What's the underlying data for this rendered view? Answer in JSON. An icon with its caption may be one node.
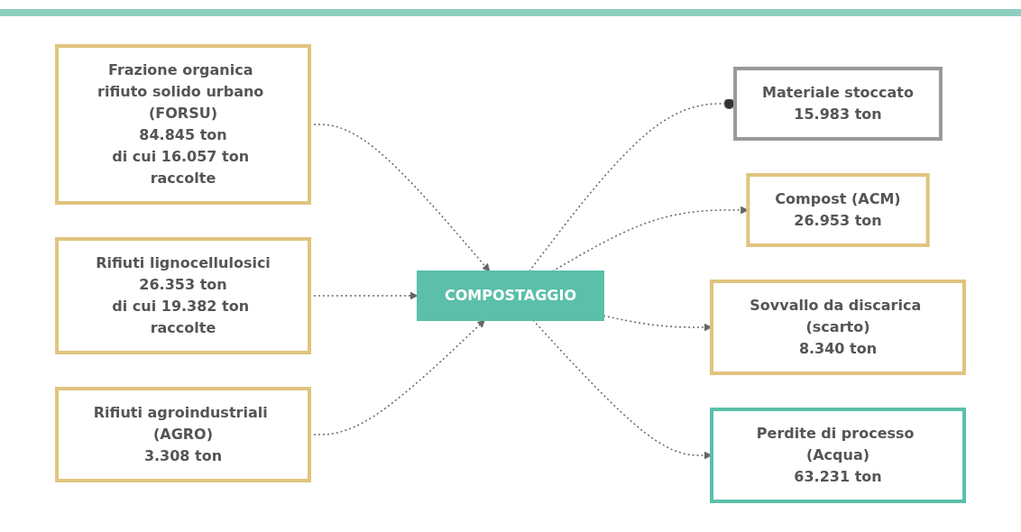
{
  "diagram": {
    "nodes": [
      {
        "text": [
          "Frazione organica rifiuto solido urbano (FORSU)",
          "84.845 ton",
          "di cui 16.057 ton raccolte"
        ]
      },
      {
        "text": [
          "Materiale stoccato",
          "15.983 ton"
        ]
      },
      {
        "text": [
          "Compost (ACM)",
          "26.953 ton"
        ]
      },
      {
        "text": [
          "Rifiuti lignocellulosici",
          "26.353 ton",
          "di cui 19.382 ton raccolte"
        ]
      },
      {
        "text": [
          "COMPOSTAGGIO"
        ]
      },
      {
        "text": [
          "Sovvallo da discarica (scarto)",
          "8.340 ton"
        ]
      },
      {
        "text": [
          "Rifiuti agroindustriali (AGRO)",
          "3.308 ton"
        ]
      },
      {
        "text": [
          "Perdite di processo (Acqua)",
          "63.231 ton"
        ]
      }
    ],
    "edges": [
      {
        "from": 0,
        "to": 4,
        "arrow": "to",
        "style": "dashed"
      },
      {
        "from": 3,
        "to": 4,
        "arrow": "to",
        "style": "dashed"
      },
      {
        "from": 6,
        "to": 4,
        "arrow": "to",
        "style": "dashed"
      },
      {
        "from": 4,
        "to": 1,
        "arrow": "other",
        "style": "dashed"
      },
      {
        "from": 4,
        "to": 2,
        "arrow": "to",
        "style": "dashed"
      },
      {
        "from": 4,
        "to": 5,
        "arrow": "to",
        "style": "dashed"
      },
      {
        "from": 4,
        "to": 7,
        "arrow": "to",
        "style": "dashed"
      }
    ]
  }
}
